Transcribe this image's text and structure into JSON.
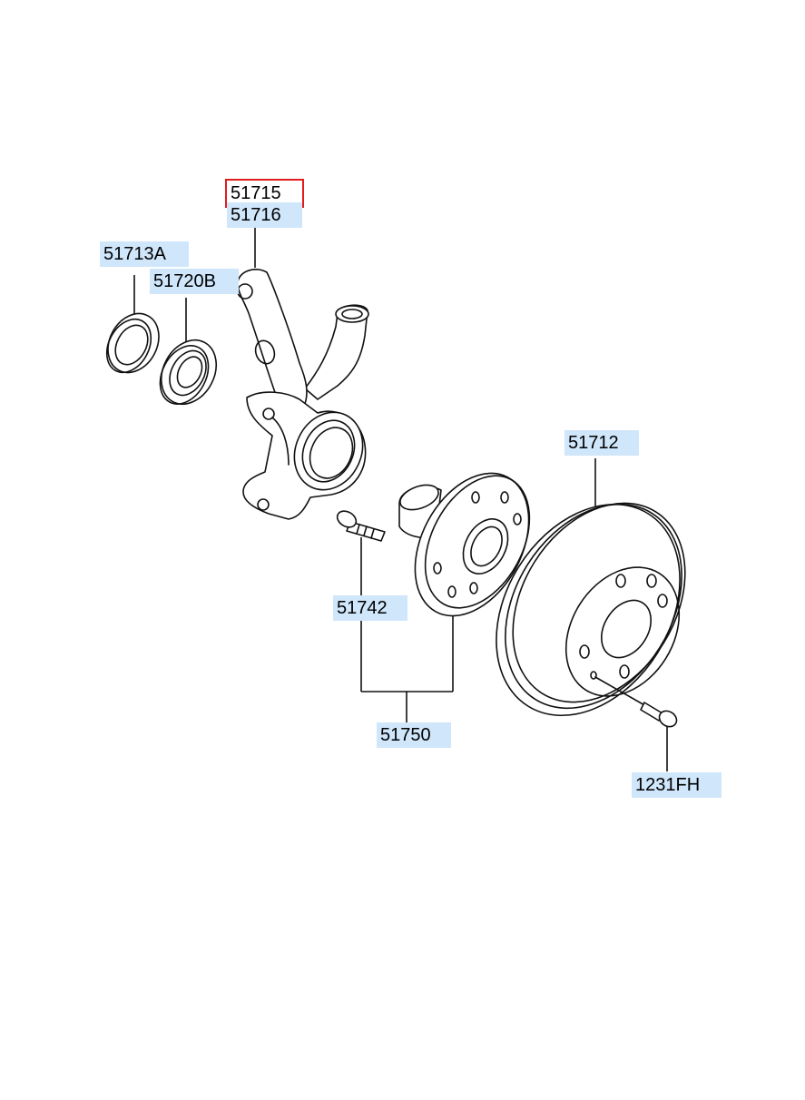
{
  "labels": {
    "p51715": "51715",
    "p51716": "51716",
    "p51713A": "51713A",
    "p51720B": "51720B",
    "p51712": "51712",
    "p51742": "51742",
    "p51750": "51750",
    "p1231FH": "1231FH"
  },
  "selected_part": "51715",
  "colors": {
    "label_bg": "#cfe6fb",
    "selected_outline": "#e21c1c",
    "line": "#111111"
  }
}
